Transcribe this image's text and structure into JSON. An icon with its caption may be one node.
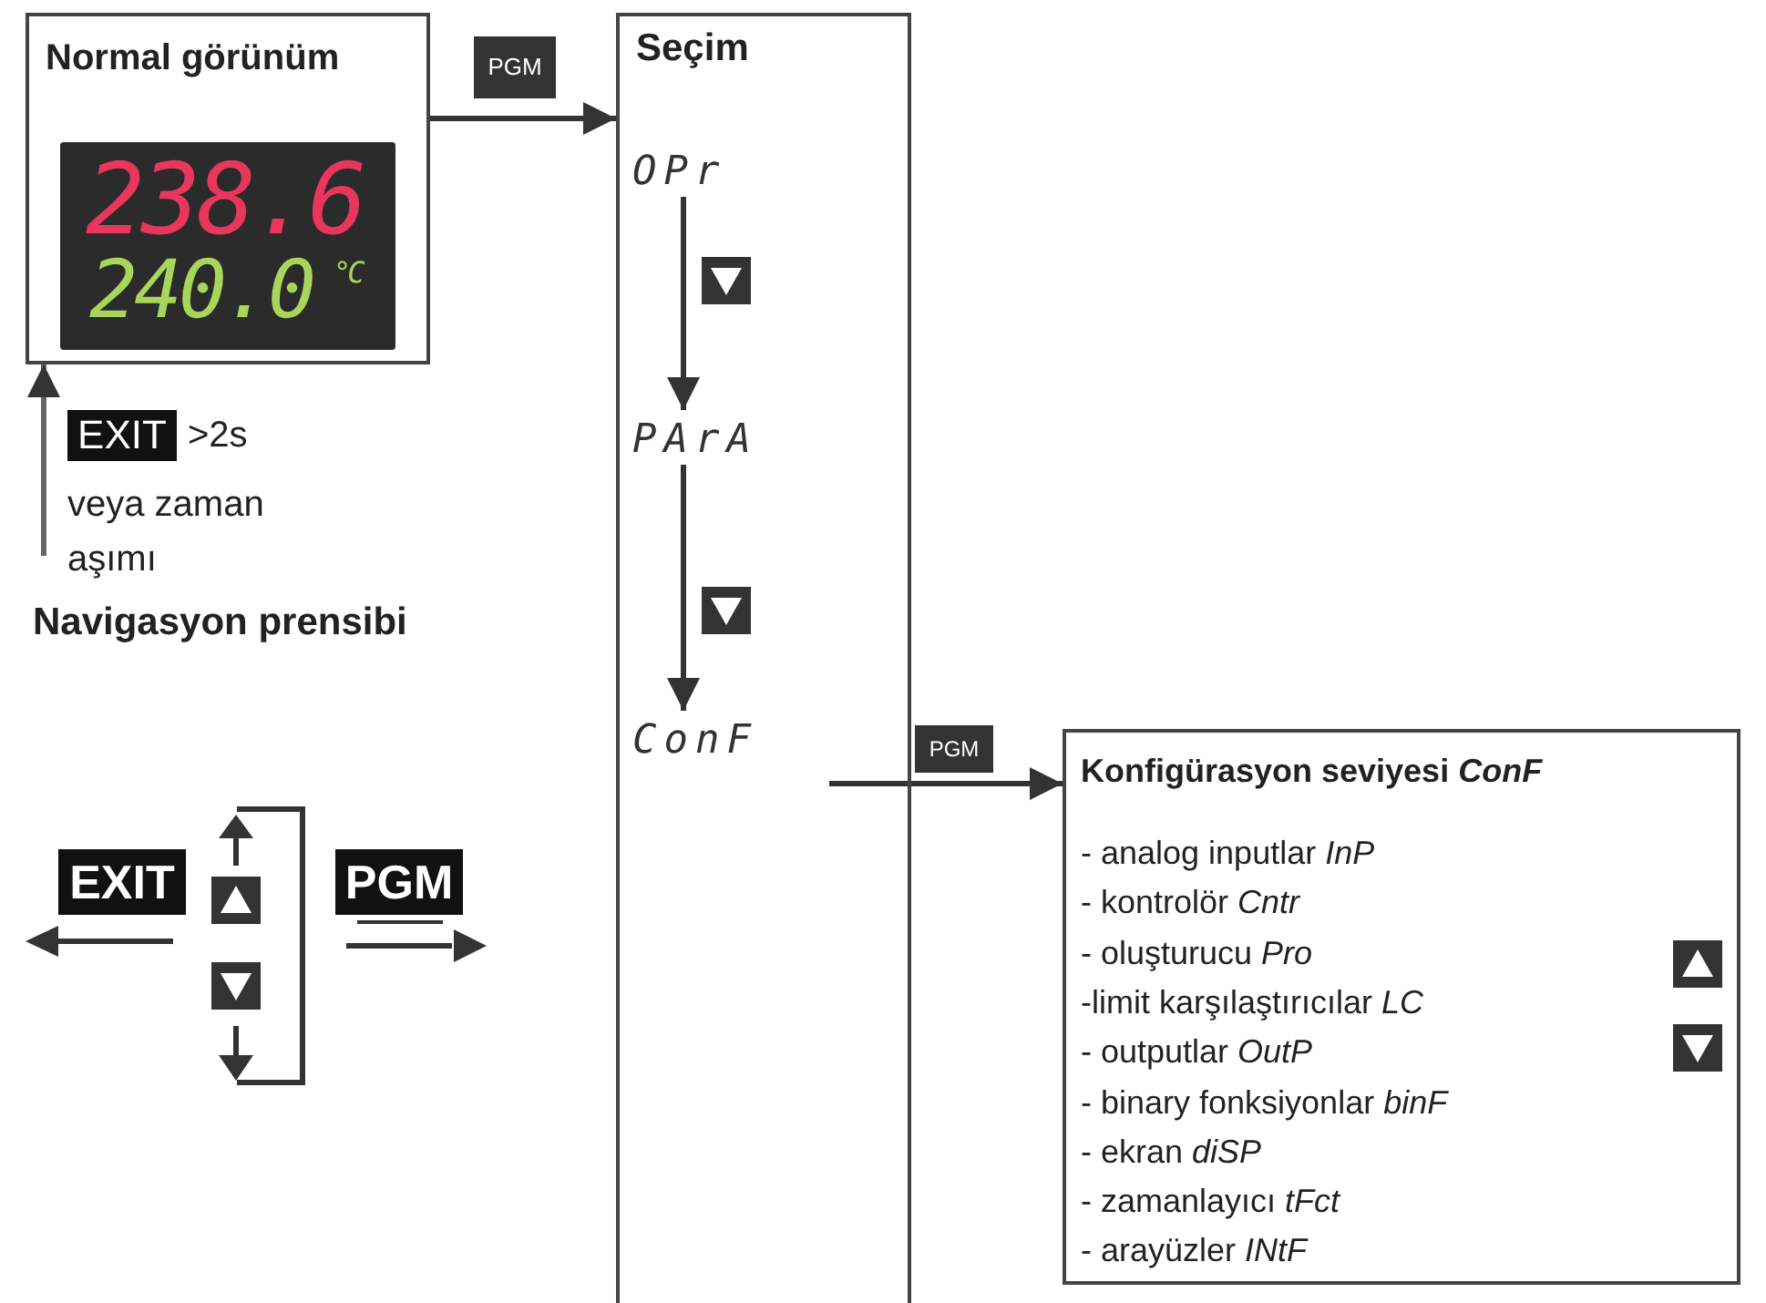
{
  "diagram": {
    "nodes": [
      {
        "text": [
          "Normal görünüm"
        ]
      },
      {
        "text": [
          "238.6",
          "240.0",
          "°C"
        ],
        "in": 0
      },
      {
        "text": [
          "Seçim"
        ]
      },
      {
        "text": [
          "OPr"
        ],
        "in": 2
      },
      {
        "text": [
          "PArA"
        ],
        "in": 2
      },
      {
        "text": [
          "ConF"
        ],
        "in": 2
      },
      {
        "text": [
          "Konfigürasyon seviyesi *ConF*",
          "- analog inputlar *InP*",
          "- kontrolör *Cntr*",
          "- oluşturucu *Pro*",
          "-limit karşılaştırıcılar *LC*",
          "- outputlar *OutP*",
          "- binary fonksiyonlar *binF*",
          "- ekran *diSP*",
          "- zamanlayıcı *tFct*",
          "- arayüzler *INtF*"
        ]
      }
    ],
    "edges": [
      {
        "from": 0,
        "to": 2,
        "arrow": "to",
        "label": "PGM"
      },
      {
        "from": 3,
        "to": 4,
        "arrow": "to"
      },
      {
        "from": 4,
        "to": 5,
        "arrow": "to"
      },
      {
        "from": 5,
        "to": 6,
        "arrow": "to",
        "label": "PGM"
      },
      {
        "from": null,
        "to": 0,
        "arrow": "to"
      }
    ],
    "labels": [
      "EXIT",
      ">2s",
      "veya zaman aşımı",
      "Navigasyon prensibi",
      "EXIT",
      "PGM"
    ]
  }
}
